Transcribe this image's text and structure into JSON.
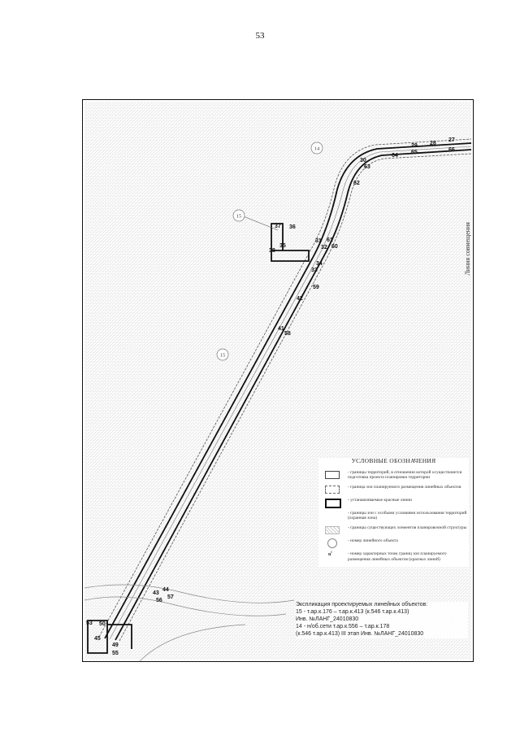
{
  "page": {
    "number": "53"
  },
  "map": {
    "edge_label": "Линия совмещения",
    "object_numbers": [
      "14",
      "15",
      "15"
    ],
    "points": [
      "27",
      "28",
      "29",
      "30",
      "62",
      "63",
      "64",
      "65",
      "66",
      "36",
      "37",
      "38",
      "35",
      "31",
      "61",
      "60",
      "34",
      "33",
      "32",
      "59",
      "42",
      "41",
      "58",
      "43",
      "44",
      "57",
      "56",
      "53",
      "50",
      "49",
      "45",
      "55"
    ]
  },
  "legend": {
    "title": "УСЛОВНЫЕ ОБОЗНАЧЕНИЯ",
    "items": [
      {
        "icon": "thin-box",
        "text": "- границы территорий, в отношении которой осуществляется подготовка проекта планировки территории"
      },
      {
        "icon": "dashed-box",
        "text": "- граница зон планируемого размещения линейных объектов"
      },
      {
        "icon": "thick-box",
        "text": "- устанавливаемые красные линии"
      },
      {
        "icon": "none",
        "text": "- границы зон с особыми условиями использования территорий (охранная зона)"
      },
      {
        "icon": "hatched-box",
        "text": "- границы существующих элементов планировочной структуры"
      },
      {
        "icon": "circle",
        "text": "- номер линейного объекта"
      },
      {
        "icon": "point",
        "point_label": "n",
        "point_sup": "i",
        "text": "- номер характерных точек границ зон планируемого размещения линейных объектов (красных линий)"
      }
    ]
  },
  "explication": {
    "lines": [
      "Экспликация проектируемых линейных объектов:",
      "15 - т.ар.к.176 – т.ар.к.413 (к.546 т.ар.к.413)",
      "Инв. №ЛАНГ_24010830",
      "14 - н/об.сети т.ар.к.556 – т.ар.к.178",
      "(к.546 т.ар.к.413) III этап Инв. №ЛАНГ_24010830"
    ]
  },
  "colors": {
    "ink": "#111111",
    "hatch": "#bdbdbd",
    "paper": "#ffffff"
  }
}
